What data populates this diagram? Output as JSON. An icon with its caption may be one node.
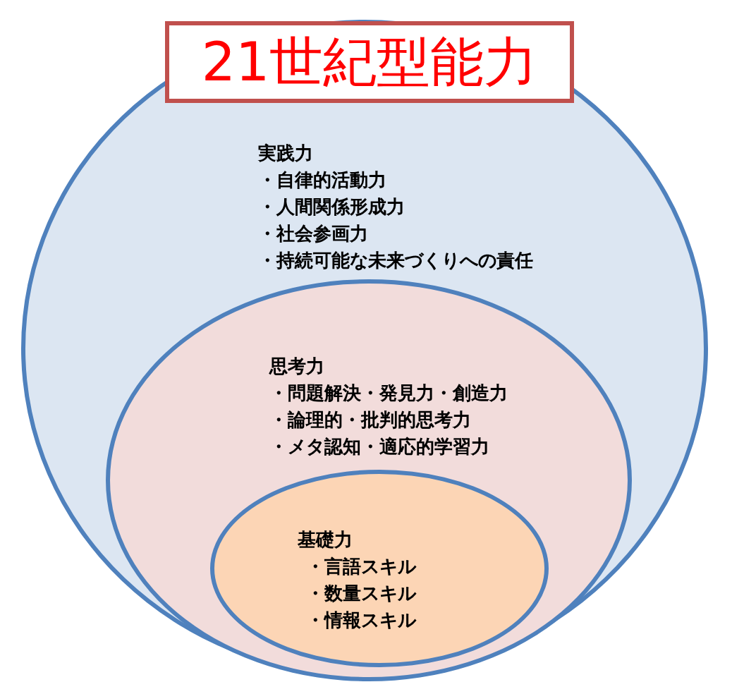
{
  "diagram": {
    "title": "21世紀型能力",
    "nodes": [
      {
        "text": [
          "実践力",
          "・自律的活動力",
          "・人間関係形成力",
          "・社会参画力",
          "・持続可能な未来づくりへの責任"
        ]
      },
      {
        "text": [
          "思考力",
          "・問題解決・発見力・創造力",
          "・論理的・批判的思考力",
          "・メタ認知・適応的学習力"
        ],
        "in": 0
      },
      {
        "text": [
          "基礎力",
          "・言語スキル",
          "・数量スキル",
          "・情報スキル"
        ],
        "in": 1
      }
    ]
  }
}
